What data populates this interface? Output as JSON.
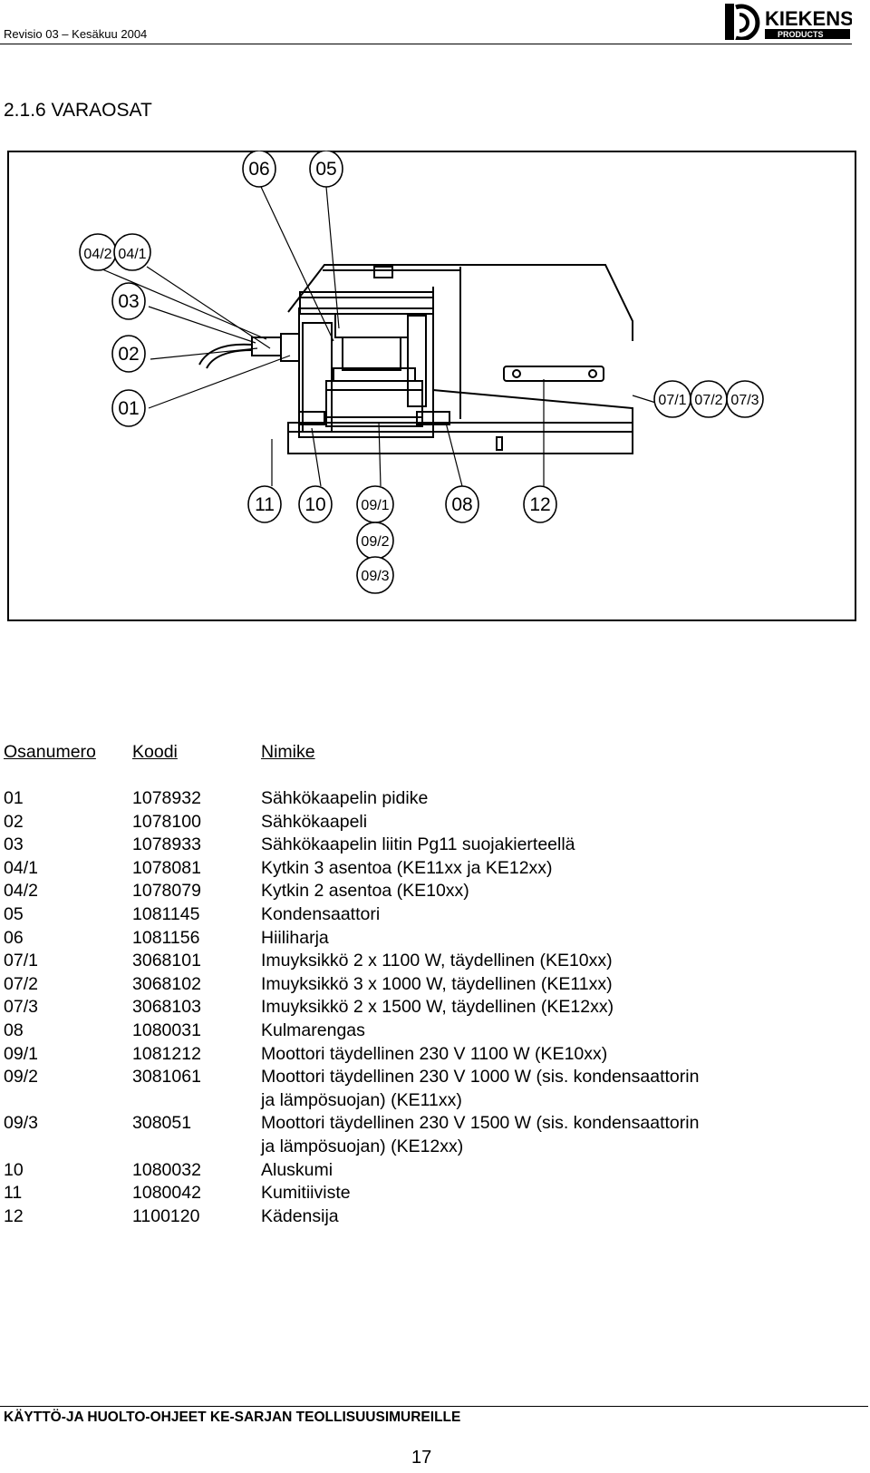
{
  "header": {
    "revision": "Revisio 03 – Kesäkuu 2004",
    "logo": {
      "brand": "KIEKENS",
      "sub": "PRODUCTS"
    }
  },
  "section_title": "2.1.6 VARAOSAT",
  "diagram": {
    "callouts": [
      "06",
      "05",
      "04/2",
      "04/1",
      "03",
      "02",
      "01",
      "07/1",
      "07/2",
      "07/3",
      "11",
      "10",
      "09/1",
      "09/2",
      "09/3",
      "08",
      "12"
    ]
  },
  "table": {
    "headers": [
      "Osanumero",
      "Koodi",
      "Nimike"
    ],
    "rows": [
      {
        "num": "01",
        "code": "1078932",
        "name": "Sähkökaapelin pidike"
      },
      {
        "num": "02",
        "code": "1078100",
        "name": "Sähkökaapeli"
      },
      {
        "num": "03",
        "code": "1078933",
        "name": "Sähkökaapelin liitin Pg11 suojakierteellä"
      },
      {
        "num": "04/1",
        "code": "1078081",
        "name": "Kytkin 3 asentoa (KE11xx ja KE12xx)"
      },
      {
        "num": "04/2",
        "code": "1078079",
        "name": "Kytkin 2 asentoa (KE10xx)"
      },
      {
        "num": "05",
        "code": "1081145",
        "name": "Kondensaattori"
      },
      {
        "num": "06",
        "code": "1081156",
        "name": "Hiiliharja"
      },
      {
        "num": "07/1",
        "code": "3068101",
        "name": "Imuyksikkö 2 x 1100 W, täydellinen (KE10xx)"
      },
      {
        "num": "07/2",
        "code": "3068102",
        "name": "Imuyksikkö 3 x 1000 W, täydellinen (KE11xx)"
      },
      {
        "num": "07/3",
        "code": "3068103",
        "name": "Imuyksikkö 2 x 1500 W, täydellinen (KE12xx)"
      },
      {
        "num": "08",
        "code": "1080031",
        "name": "Kulmarengas"
      },
      {
        "num": "09/1",
        "code": "1081212",
        "name": "Moottori täydellinen 230 V 1100 W (KE10xx)"
      },
      {
        "num": "09/2",
        "code": "3081061",
        "name": "Moottori täydellinen 230 V 1000 W (sis. kondensaattorin",
        "name2": "ja lämpösuojan) (KE11xx)"
      },
      {
        "num": "09/3",
        "code": "308051",
        "name": "Moottori täydellinen 230 V 1500 W (sis. kondensaattorin",
        "name2": "ja lämpösuojan) (KE12xx)"
      },
      {
        "num": "10",
        "code": "1080032",
        "name": "Aluskumi"
      },
      {
        "num": "11",
        "code": "1080042",
        "name": "Kumitiiviste"
      },
      {
        "num": "12",
        "code": "1100120",
        "name": "Kädensija"
      }
    ]
  },
  "footer": {
    "title": "KÄYTTÖ-JA HUOLTO-OHJEET KE-SARJAN TEOLLISUUSIMUREILLE",
    "page": "17"
  }
}
